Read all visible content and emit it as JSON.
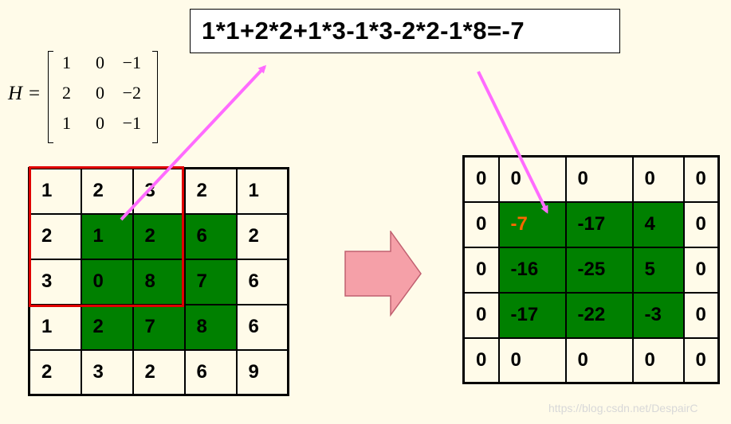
{
  "formula": "1*1+2*2+1*3-1*3-2*2-1*8=-7",
  "kernel": {
    "label": "H",
    "equals": "=",
    "rows": [
      [
        "1",
        "0",
        "−1"
      ],
      [
        "2",
        "0",
        "−2"
      ],
      [
        "1",
        "0",
        "−1"
      ]
    ]
  },
  "input_grid": {
    "rows": [
      [
        "1",
        "2",
        "3",
        "2",
        "1"
      ],
      [
        "2",
        "1",
        "2",
        "6",
        "2"
      ],
      [
        "3",
        "0",
        "8",
        "7",
        "6"
      ],
      [
        "1",
        "2",
        "7",
        "8",
        "6"
      ],
      [
        "2",
        "3",
        "2",
        "6",
        "9"
      ]
    ],
    "green_cells": [
      [
        1,
        1
      ],
      [
        1,
        2
      ],
      [
        1,
        3
      ],
      [
        2,
        1
      ],
      [
        2,
        2
      ],
      [
        2,
        3
      ],
      [
        3,
        1
      ],
      [
        3,
        2
      ],
      [
        3,
        3
      ]
    ]
  },
  "output_grid": {
    "rows": [
      [
        "0",
        "0",
        "0",
        "0",
        "0"
      ],
      [
        "0",
        "-7",
        "-17",
        "4",
        "0"
      ],
      [
        "0",
        "-16",
        "-25",
        "5",
        "0"
      ],
      [
        "0",
        "-17",
        "-22",
        "-3",
        "0"
      ],
      [
        "0",
        "0",
        "0",
        "0",
        "0"
      ]
    ],
    "green_cells": [
      [
        1,
        1
      ],
      [
        1,
        2
      ],
      [
        1,
        3
      ],
      [
        2,
        1
      ],
      [
        2,
        2
      ],
      [
        2,
        3
      ],
      [
        3,
        1
      ],
      [
        3,
        2
      ],
      [
        3,
        3
      ]
    ],
    "highlight_cell": [
      1,
      1
    ]
  },
  "colors": {
    "background": "#fffbe9",
    "green": "#008000",
    "highlight_box": "#e00000",
    "pointer_arrow": "#ff6bff",
    "result_text": "#ff6600",
    "big_arrow_fill": "#f5a0a8",
    "big_arrow_stroke": "#c06070"
  },
  "watermark": "https://blog.csdn.net/DespairC"
}
